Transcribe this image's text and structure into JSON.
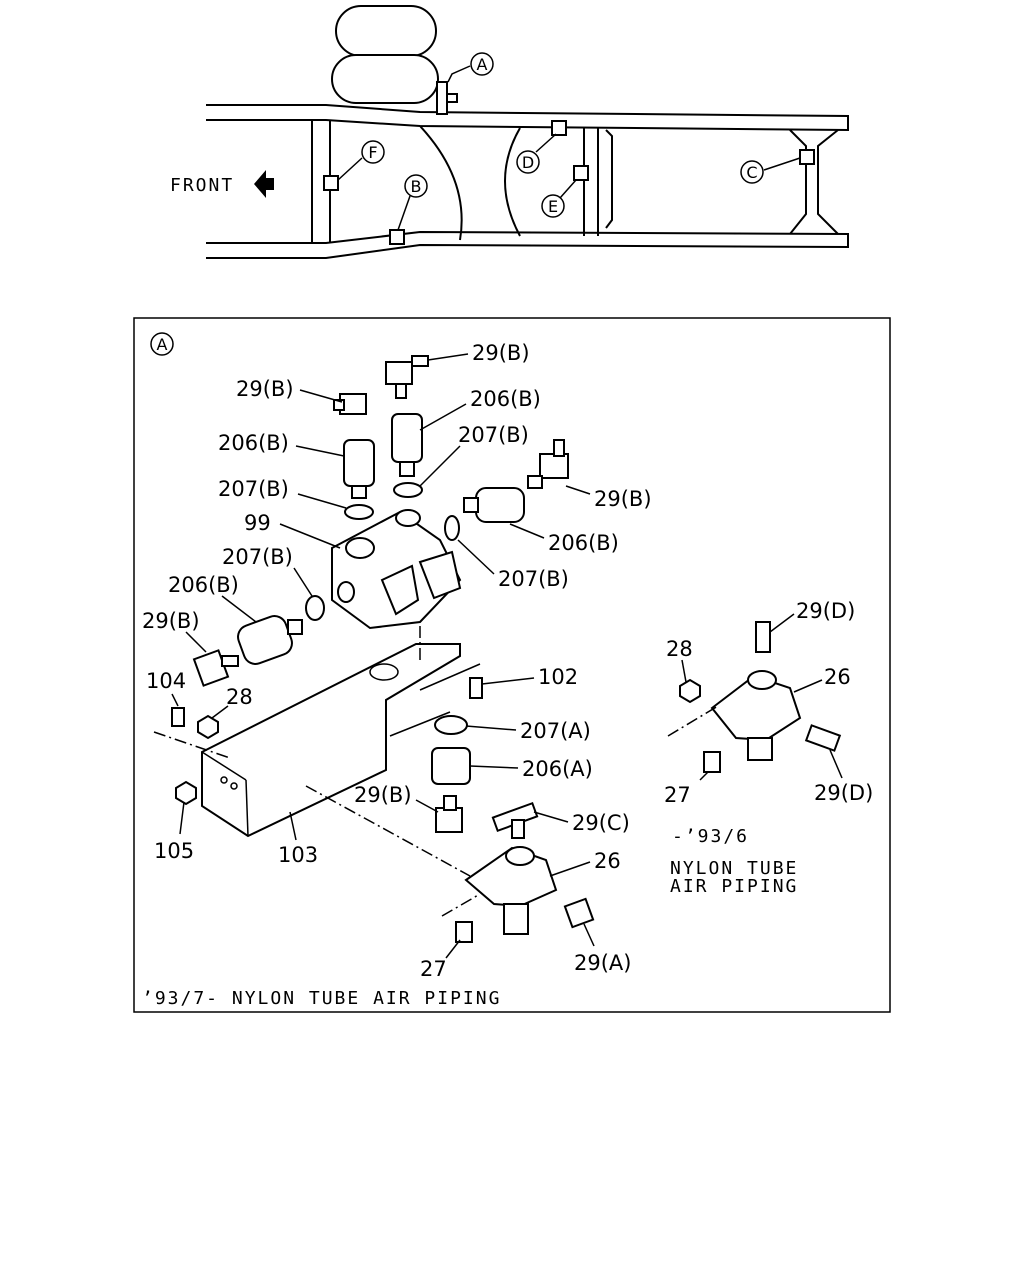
{
  "overview": {
    "front_label": "FRONT",
    "callouts": [
      "A",
      "B",
      "C",
      "D",
      "E",
      "F"
    ]
  },
  "detail": {
    "panel_ref": "A",
    "footer": "’93/7- NYLON TUBE AIR PIPING",
    "inset_date": "-’93/6",
    "inset_line1": "NYLON TUBE",
    "inset_line2": "AIR PIPING",
    "labels": {
      "l29b_a": "29(B)",
      "l29b_b": "29(B)",
      "l206b_a": "206(B)",
      "l206b_b": "206(B)",
      "l207b_a": "207(B)",
      "l207b_b": "207(B)",
      "l29b_c": "29(B)",
      "l99": "99",
      "l206b_c": "206(B)",
      "l207b_c": "207(B)",
      "l207b_d": "207(B)",
      "l206b_d": "206(B)",
      "l29b_d": "29(B)",
      "l104": "104",
      "l28a": "28",
      "l102": "102",
      "l207a": "207(A)",
      "l206a": "206(A)",
      "l29b_e": "29(B)",
      "l29c": "29(C)",
      "l105": "105",
      "l103": "103",
      "l26a": "26",
      "l27a": "27",
      "l29a": "29(A)",
      "l29d_a": "29(D)",
      "l28b": "28",
      "l26b": "26",
      "l27b": "27",
      "l29d_b": "29(D)"
    }
  }
}
